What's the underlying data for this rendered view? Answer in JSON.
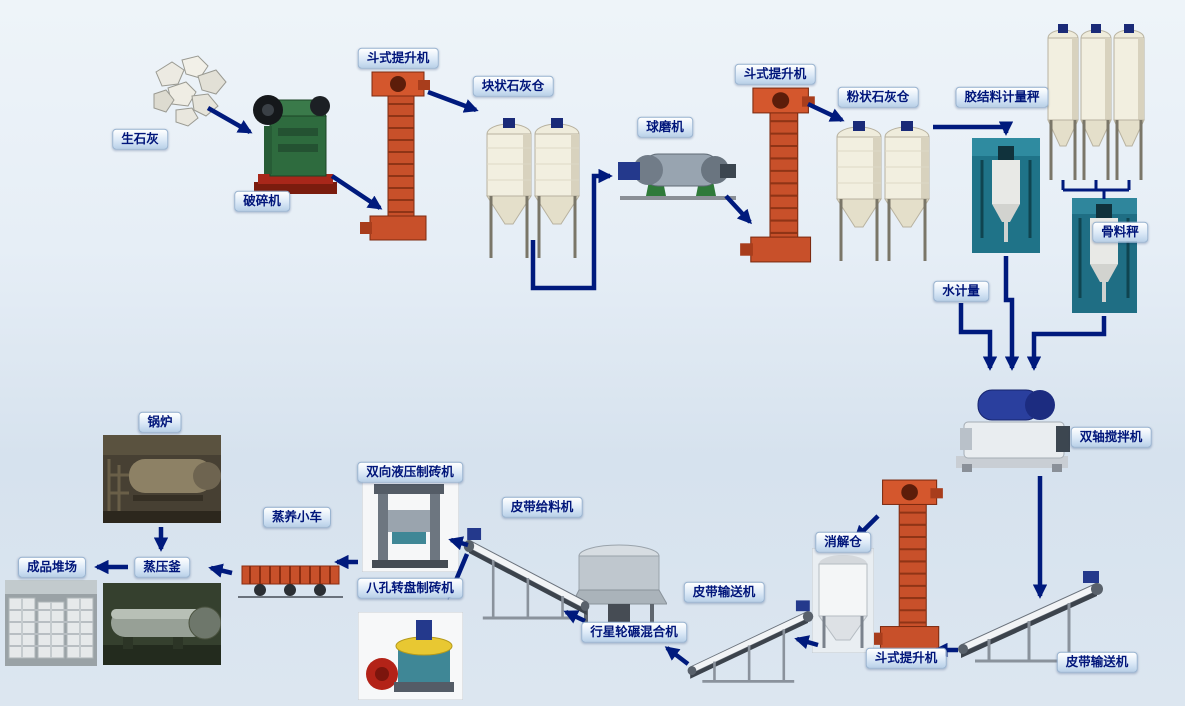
{
  "diagram": {
    "title": "sand-lime-brick-production-flow",
    "colors": {
      "arrow": "#001a7d",
      "label_text": "#00157a",
      "label_background": "#dbe9f7",
      "background_top": "#eef4f9",
      "background_bottom": "#dce6f0",
      "elevator_red": "#c8502a",
      "silo_cream": "#f2efe0",
      "machine_green": "#2e6b3e",
      "motor_blue": "#24398c"
    },
    "nodes": [
      {
        "id": "quicklime",
        "type": "raw-material",
        "label": "生石灰"
      },
      {
        "id": "crusher",
        "type": "jaw-crusher",
        "label": "破碎机"
      },
      {
        "id": "bucket-elevator-1",
        "type": "bucket-elevator",
        "label": "斗式提升机"
      },
      {
        "id": "lump-lime-silo",
        "type": "silo",
        "label": "块状石灰仓"
      },
      {
        "id": "ball-mill",
        "type": "ball-mill",
        "label": "球磨机"
      },
      {
        "id": "bucket-elevator-2",
        "type": "bucket-elevator",
        "label": "斗式提升机"
      },
      {
        "id": "powder-lime-silo",
        "type": "silo",
        "label": "粉状石灰仓"
      },
      {
        "id": "binder-weighing-scale",
        "type": "weighing-scale",
        "label": "胶结料计量秤"
      },
      {
        "id": "aggregate-scale",
        "type": "weighing-scale",
        "label": "骨料秤"
      },
      {
        "id": "water-metering",
        "type": "water-meter",
        "label": "水计量"
      },
      {
        "id": "twin-shaft-mixer",
        "type": "mixer",
        "label": "双轴搅拌机"
      },
      {
        "id": "belt-conveyor-right",
        "type": "belt-conveyor",
        "label": "皮带输送机"
      },
      {
        "id": "bucket-elevator-3",
        "type": "bucket-elevator",
        "label": "斗式提升机"
      },
      {
        "id": "digestion-silo",
        "type": "silo",
        "label": "消解仓"
      },
      {
        "id": "belt-conveyor-mid",
        "type": "belt-conveyor",
        "label": "皮带输送机"
      },
      {
        "id": "planetary-wheel-mixer",
        "type": "mixer",
        "label": "行星轮碾混合机"
      },
      {
        "id": "belt-feeder",
        "type": "belt-feeder",
        "label": "皮带给料机"
      },
      {
        "id": "hydraulic-brick-press",
        "type": "brick-press",
        "label": "双向液压制砖机"
      },
      {
        "id": "rotary-brick-press",
        "type": "brick-press",
        "label": "八孔转盘制砖机"
      },
      {
        "id": "steam-curing-trolley",
        "type": "trolley",
        "label": "蒸养小车"
      },
      {
        "id": "autoclave",
        "type": "autoclave",
        "label": "蒸压釜"
      },
      {
        "id": "boiler",
        "type": "boiler",
        "label": "锅炉"
      },
      {
        "id": "product-yard",
        "type": "stockyard",
        "label": "成品堆场"
      }
    ],
    "connections": [
      {
        "from": "quicklime",
        "to": "crusher"
      },
      {
        "from": "crusher",
        "to": "bucket-elevator-1"
      },
      {
        "from": "bucket-elevator-1",
        "to": "lump-lime-silo"
      },
      {
        "from": "lump-lime-silo",
        "to": "ball-mill"
      },
      {
        "from": "ball-mill",
        "to": "bucket-elevator-2"
      },
      {
        "from": "bucket-elevator-2",
        "to": "powder-lime-silo"
      },
      {
        "from": "powder-lime-silo",
        "to": "binder-weighing-scale"
      },
      {
        "from": "binder-weighing-scale",
        "to": "twin-shaft-mixer"
      },
      {
        "from": "water-metering",
        "to": "twin-shaft-mixer"
      },
      {
        "from": "aggregate-silos",
        "to": "aggregate-scale"
      },
      {
        "from": "aggregate-scale",
        "to": "twin-shaft-mixer"
      },
      {
        "from": "twin-shaft-mixer",
        "to": "belt-conveyor-right"
      },
      {
        "from": "belt-conveyor-right",
        "to": "bucket-elevator-3"
      },
      {
        "from": "bucket-elevator-3",
        "to": "digestion-silo"
      },
      {
        "from": "digestion-silo",
        "to": "belt-conveyor-mid"
      },
      {
        "from": "belt-conveyor-mid",
        "to": "planetary-wheel-mixer"
      },
      {
        "from": "planetary-wheel-mixer",
        "to": "belt-feeder"
      },
      {
        "from": "belt-feeder",
        "to": "hydraulic-brick-press"
      },
      {
        "from": "belt-feeder",
        "to": "rotary-brick-press"
      },
      {
        "from": "hydraulic-brick-press",
        "to": "steam-curing-trolley"
      },
      {
        "from": "steam-curing-trolley",
        "to": "autoclave"
      },
      {
        "from": "autoclave",
        "to": "product-yard"
      },
      {
        "from": "boiler",
        "to": "autoclave"
      }
    ]
  }
}
